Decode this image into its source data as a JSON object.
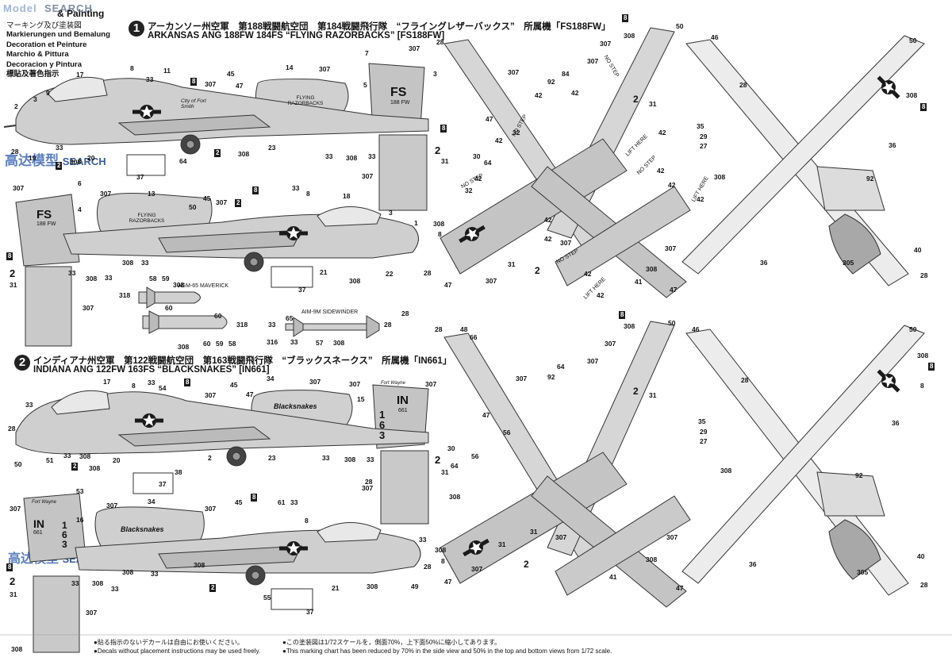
{
  "header": {
    "watermark_left": "Model",
    "watermark_right": "SEARCH",
    "watermark_sub": "高达模型",
    "title_partial": "& Painting",
    "title_jp": "マーキング及び塗装図",
    "languages": [
      "Markierungen und Bemalung",
      "Decoration et Peinture",
      "Marchio & Pittura",
      "Decoracion y Pintura",
      "標貼及著色指示"
    ]
  },
  "section1": {
    "number": "1",
    "title_jp": "アーカンソー州空軍　第188戦闘航空団　第184戦闘飛行隊　“フライングレザーバックス”　所属機「FS188FW」",
    "title_en": "ARKANSAS ANG 188FW 184FS “FLYING RAZORBACKS” [FS188FW]",
    "tail_code": "FS",
    "tail_sub": "188 FW",
    "nose_text": "City of Fort Smith",
    "badge_text": "FLYING RAZORBACKS"
  },
  "section2": {
    "number": "2",
    "title_jp": "インディアナ州空軍　第122戦闘航空団　第163戦闘飛行隊　“ブラックスネークス”　所属機「IN661」",
    "title_en": "INDIANA ANG 122FW 163FS “BLACKSNAKES” [IN661]",
    "tail_code": "IN",
    "tail_sub": "661",
    "tail_vertical": "163",
    "tail_top": "Fort Wayne",
    "engine_text": "Blacksnakes"
  },
  "weapons": {
    "maverick": "AGM-65 MAVERICK",
    "sidewinder": "AIM-9M SIDEWINDER"
  },
  "labels": {
    "no_step": "NO STEP",
    "lift_here": "LIFT HERE"
  },
  "footer": {
    "left_jp": "●貼る指示のないデカールは自由にお使いください。",
    "left_en": "●Decals without placement instructions may be used freely.",
    "right_jp": "●この塗装図は1/72スケールを，側面70%，上下面50%に縮小してあります。",
    "right_en": "●This marking chart has been reduced by 70% in the side view and 50% in the top and bottom views from 1/72 scale."
  },
  "colors": {
    "primary_gray": "#c8c8c8",
    "secondary_gray": "#a9a9a9",
    "outline": "#333333",
    "black": "#1a1a1a"
  }
}
